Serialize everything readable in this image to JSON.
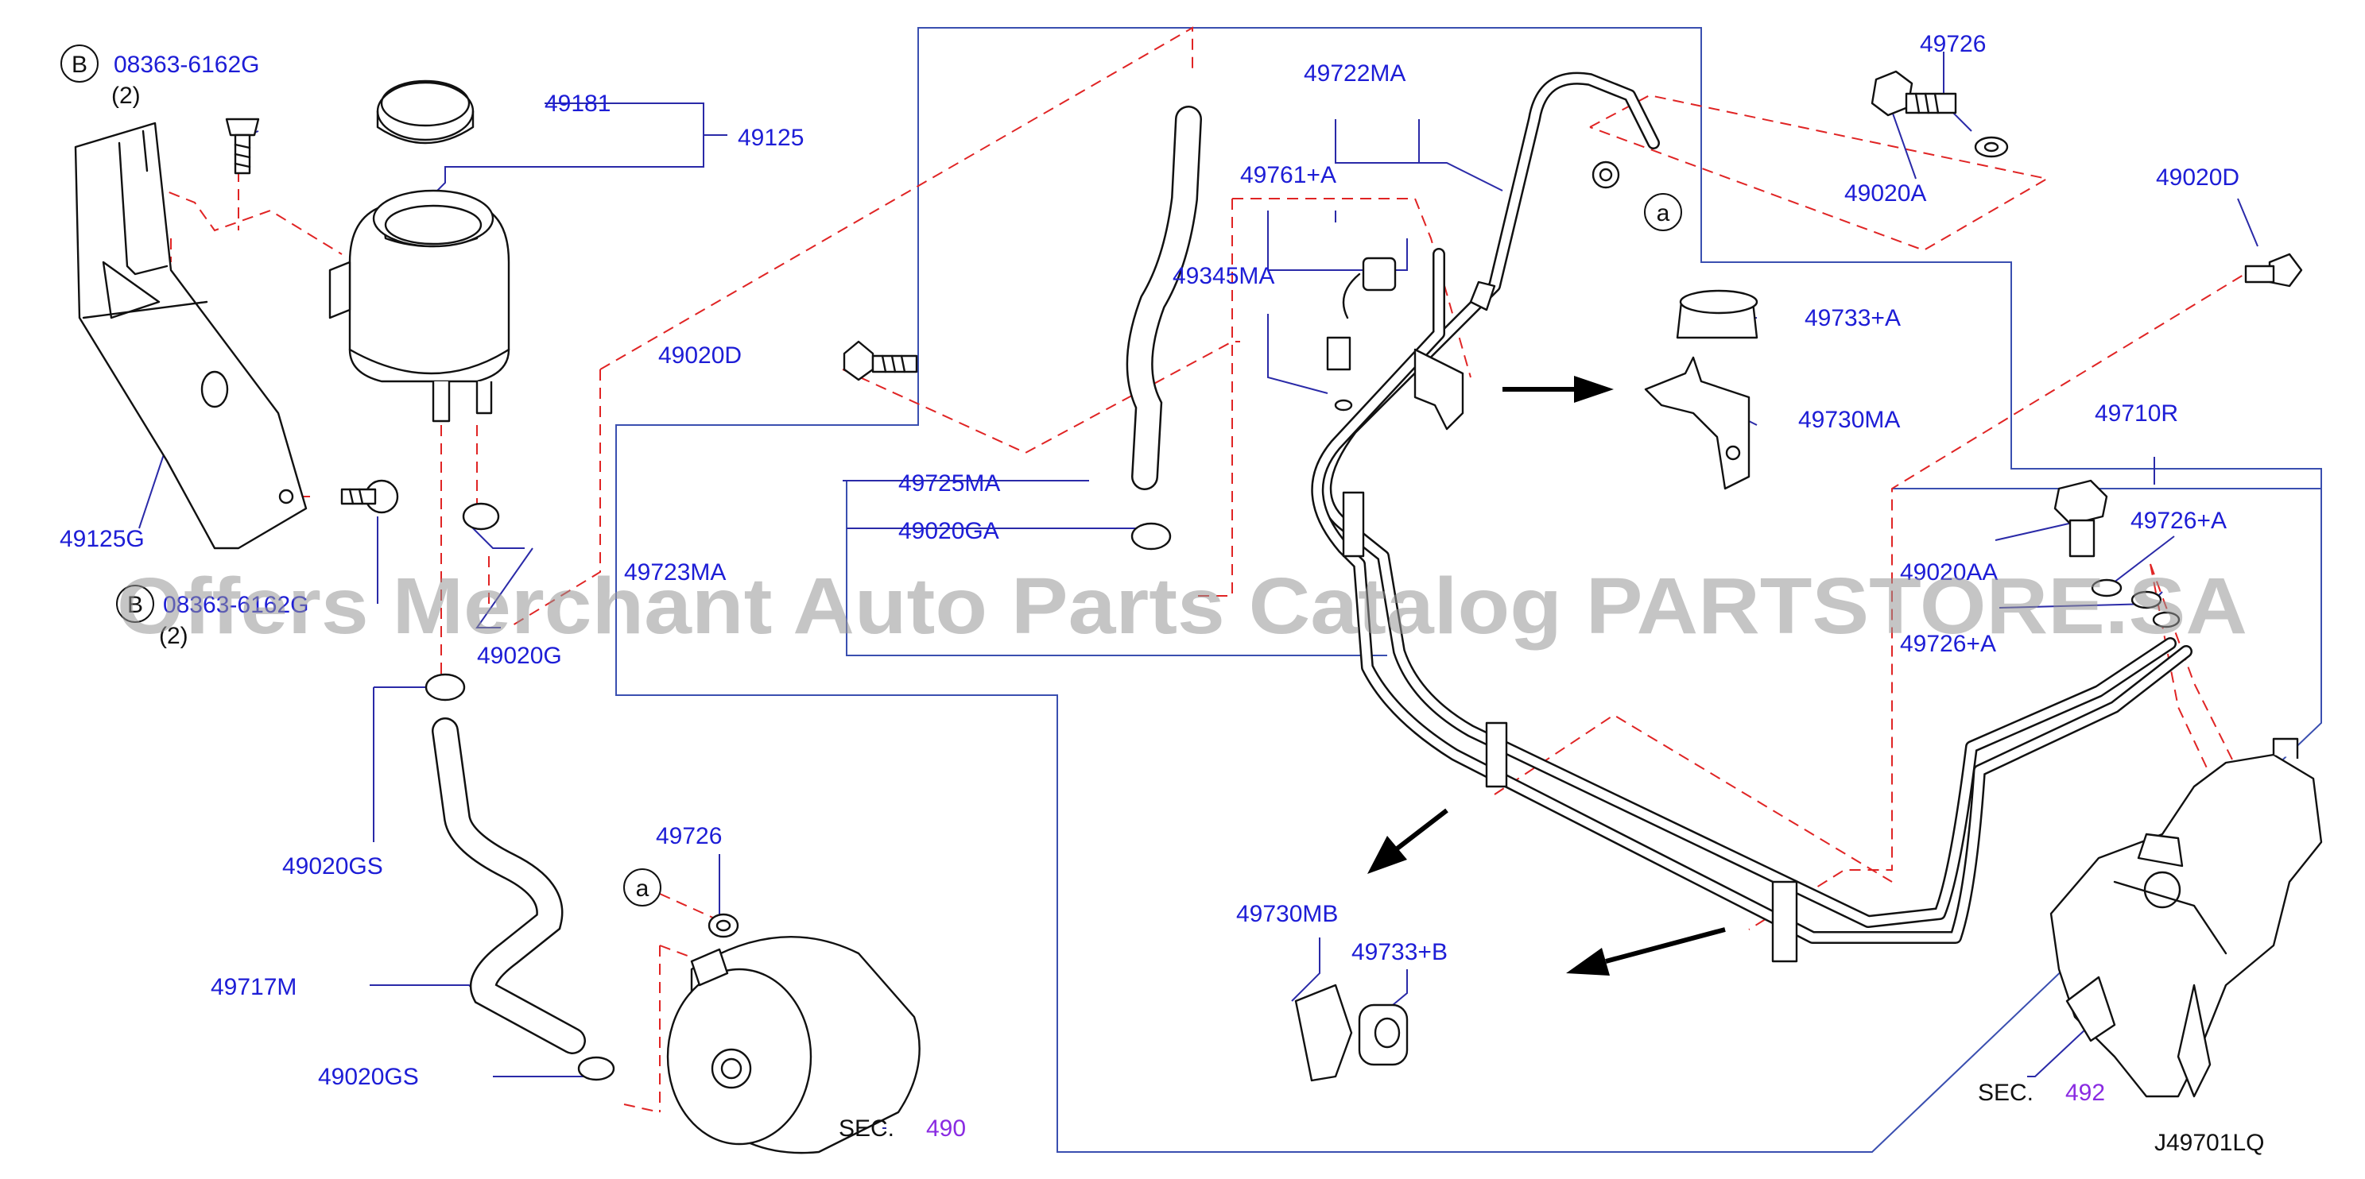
{
  "labels": {
    "l08363_6162G_top": "08363-6162G",
    "qty_top": "(2)",
    "bolt_marker_top": "B",
    "l49181": "49181",
    "l49125": "49125",
    "l49125G": "49125G",
    "l08363_bottom": "08363-6162G",
    "qty_bottom": "(2)",
    "bolt_marker_bottom": "B",
    "l49020G": "49020G",
    "l49020GS_upper": "49020GS",
    "l49717M": "49717M",
    "l49020GS_lower": "49020GS",
    "l49726_pump": "49726",
    "marker_a_pump": "a",
    "sec_pump": "SEC.",
    "sec_pump_num": "490",
    "l49020D_mid": "49020D",
    "l49345MA": "49345MA",
    "l49761A": "49761+A",
    "l49722MA": "49722MA",
    "marker_a_top": "a",
    "l49726_top": "49726",
    "l49020A": "49020A",
    "l49020D_right": "49020D",
    "l49733A": "49733+A",
    "l49730MA": "49730MA",
    "l49725MA": "49725MA",
    "l49020GA": "49020GA",
    "l49723MA": "49723MA",
    "l49710R": "49710R",
    "l49020AA": "49020AA",
    "l49726A_upper": "49726+A",
    "l49726A_lower": "49726+A",
    "l49730MB": "49730MB",
    "l49733B": "49733+B",
    "sec_gear": "SEC.",
    "sec_gear_num": "492",
    "diagram_code": "J49701LQ"
  },
  "watermark": "Offers Merchant Auto Parts Catalog PARTSTORE.SA",
  "colors": {
    "part_number": "#1d1dd6",
    "section_ref": "#8a2be2",
    "leader": "#2a2aa8",
    "dashed_guide": "#e02424",
    "outline": "#111111"
  }
}
